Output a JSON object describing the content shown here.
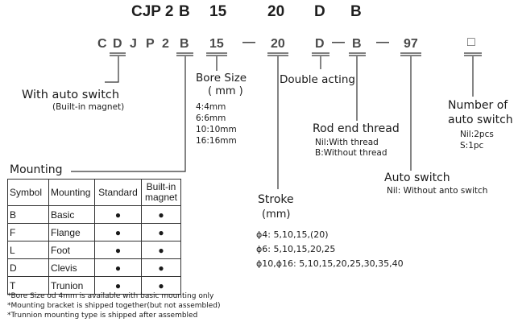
{
  "header": {
    "prefix": "CJP 2",
    "mounting": "B",
    "bore": "15",
    "stroke": "20",
    "action": "D",
    "rod_end": "B"
  },
  "code": {
    "letters": [
      "C",
      "D",
      "J",
      "P",
      "2"
    ],
    "mounting": "B",
    "bore": "15",
    "stroke": "20",
    "action": "D",
    "rod_end": "B",
    "auto_switch": "97",
    "count": "□",
    "dash": "—"
  },
  "auto_switch_section": {
    "title": "With auto switch",
    "note": "(Built-in magnet)"
  },
  "bore_size": {
    "title": "Bore Size",
    "unit": "( mm )",
    "options": [
      "4:4mm",
      "6:6mm",
      "10:10mm",
      "16:16mm"
    ]
  },
  "double_acting": "Double acting",
  "rod_end_thread": {
    "title": "Rod end thread",
    "options": [
      "Nil:With thread",
      "B:Without thread"
    ]
  },
  "number_of_switch": {
    "title_line1": "Number of",
    "title_line2": "auto switch",
    "options": [
      "Nil:2pcs",
      "S:1pc"
    ]
  },
  "auto_switch_type": {
    "title": "Auto switch",
    "option": "Nil: Without anto switch"
  },
  "stroke_section": {
    "title": "Stroke",
    "unit": "(mm)",
    "options": [
      "ϕ4: 5,10,15,(20)",
      "ϕ6: 5,10,15,20,25",
      "ϕ10,ϕ16: 5,10,15,20,25,30,35,40"
    ]
  },
  "mounting_table": {
    "title": "Mounting",
    "headers": [
      "Symbol",
      "Mounting",
      "Standard",
      "Built-in",
      "magnet"
    ],
    "rows": [
      {
        "symbol": "B",
        "mounting": "Basic",
        "standard": "●",
        "builtin": "●"
      },
      {
        "symbol": "F",
        "mounting": "Flange",
        "standard": "●",
        "builtin": "●"
      },
      {
        "symbol": "L",
        "mounting": "Foot",
        "standard": "●",
        "builtin": "●"
      },
      {
        "symbol": "D",
        "mounting": "Clevis",
        "standard": "●",
        "builtin": "●"
      },
      {
        "symbol": "T",
        "mounting": "Trunion",
        "standard": "●",
        "builtin": "●"
      }
    ]
  },
  "notes": [
    "*Bore Size od 4mm is available with basic mounting only",
    "*Mounting bracket is shipped together(but not assembled)",
    "*Trunnion mounting type is shipped after assembled"
  ]
}
